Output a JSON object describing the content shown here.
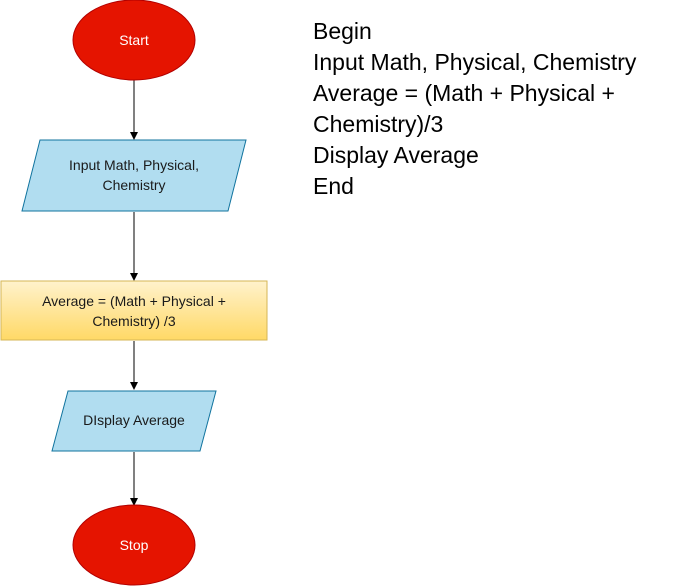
{
  "colors": {
    "terminal_fill": "#e51400",
    "terminal_stroke": "#b20000",
    "io_fill": "#b1ddf0",
    "io_stroke": "#10739e",
    "process_fill_top": "#fff2cc",
    "process_fill_bottom": "#ffd966",
    "process_stroke": "#d6b656",
    "connector": "#000000"
  },
  "flowchart": {
    "start": "Start",
    "input": "Input Math, Physical, Chemistry",
    "process": "Average = (Math + Physical + Chemistry) /3",
    "output": "DIsplay Average",
    "stop": "Stop"
  },
  "pseudocode": [
    "Begin",
    "Input Math, Physical, Chemistry",
    "Average = (Math + Physical +",
    "Chemistry)/3",
    "Display Average",
    "End"
  ]
}
